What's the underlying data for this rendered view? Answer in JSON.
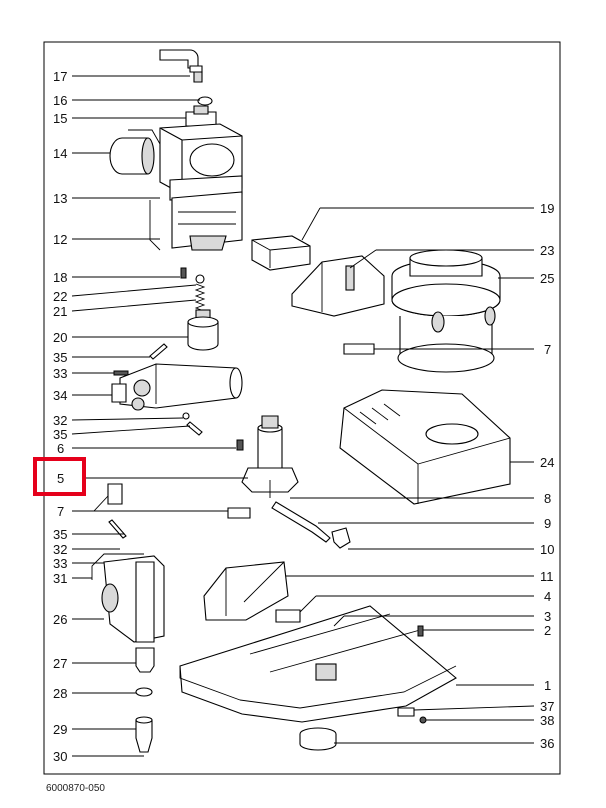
{
  "figure_code": "6000870-050",
  "highlight_color": "#e5001b",
  "labels": {
    "l1": "1",
    "l2": "2",
    "l3": "3",
    "l4": "4",
    "l5": "5",
    "l6": "6",
    "l7a": "7",
    "l7b": "7",
    "l8": "8",
    "l9": "9",
    "l10": "10",
    "l11": "11",
    "l12": "12",
    "l13": "13",
    "l14": "14",
    "l15": "15",
    "l16": "16",
    "l17": "17",
    "l18": "18",
    "l19": "19",
    "l20": "20",
    "l21": "21",
    "l22": "22",
    "l23": "23",
    "l24": "24",
    "l25": "25",
    "l26": "26",
    "l27": "27",
    "l28": "28",
    "l29": "29",
    "l30": "30",
    "l31": "31",
    "l32a": "32",
    "l32b": "32",
    "l33a": "33",
    "l33b": "33",
    "l34": "34",
    "l35a": "35",
    "l35b": "35",
    "l35c": "35",
    "l36": "36",
    "l37": "37",
    "l38": "38"
  }
}
